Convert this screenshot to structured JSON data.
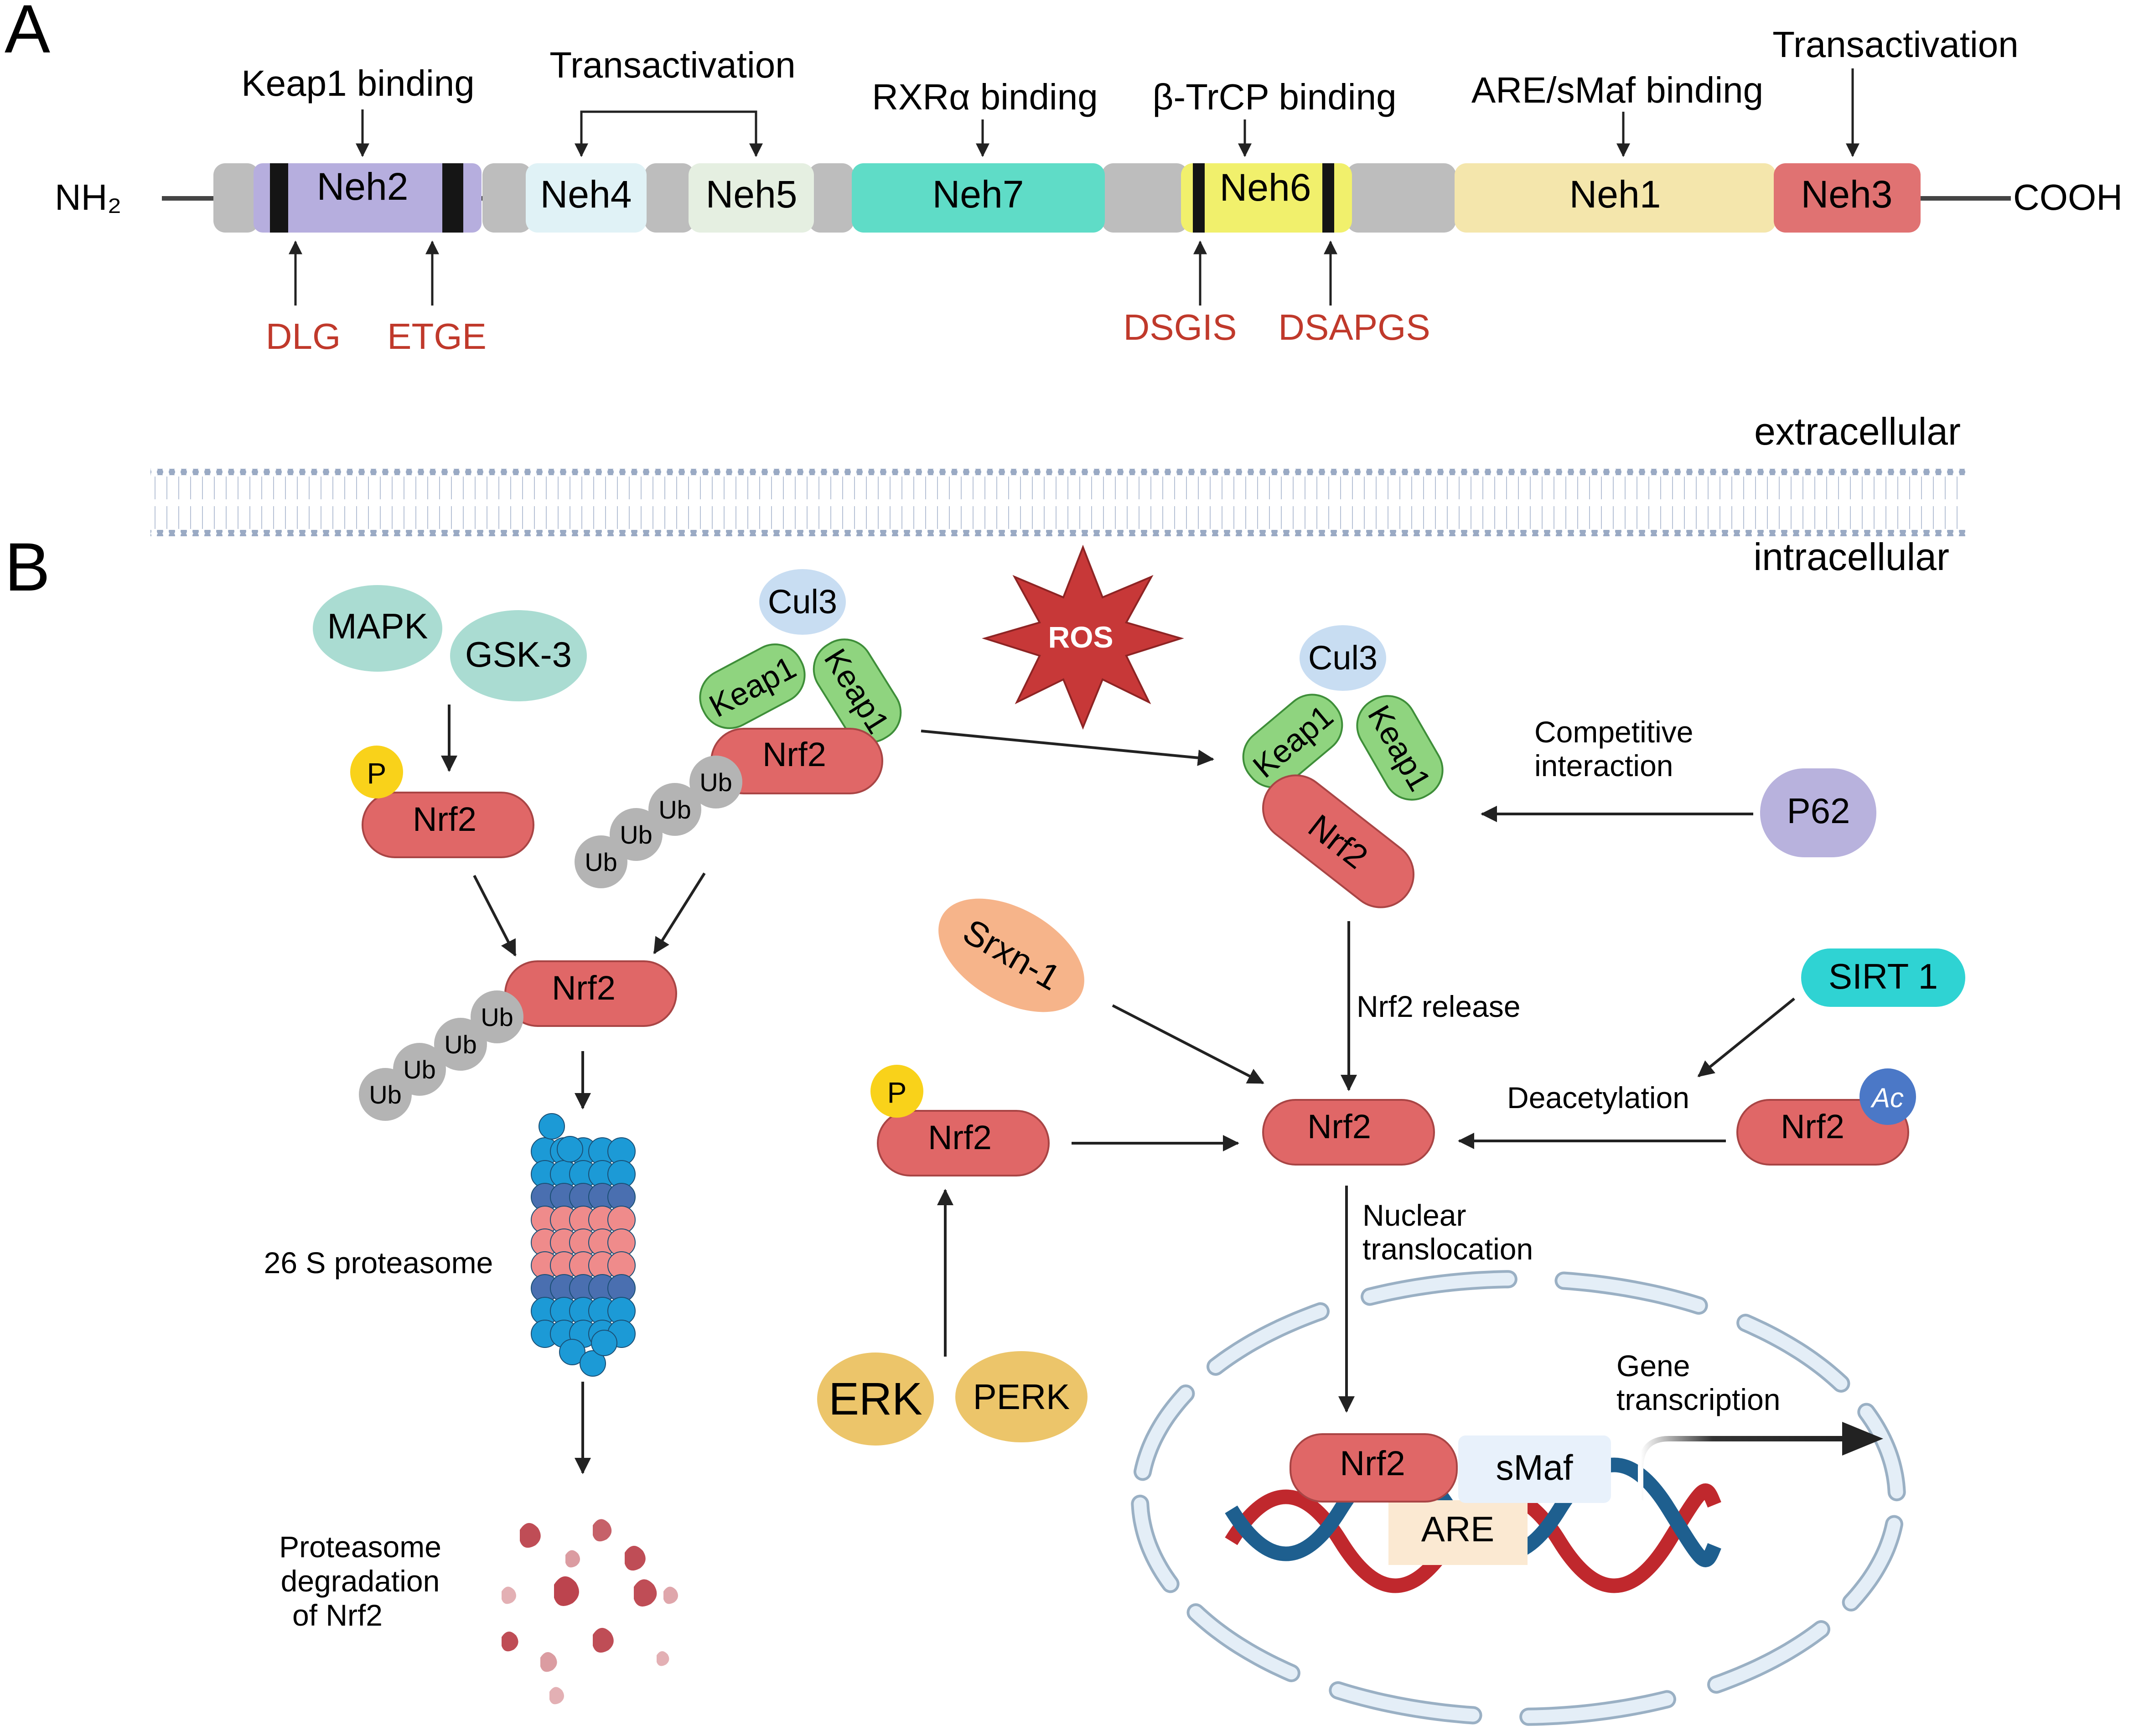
{
  "panel_a": {
    "letter": "A",
    "nh2": "NH₂",
    "cooh": "COOH",
    "keap1_binding": "Keap1 binding",
    "transactivation_1": "Transactivation",
    "rxra_binding": "RXRα binding",
    "btrcp_binding": "β-TrCP binding",
    "are_smaf_binding": "ARE/sMaf binding",
    "transactivation_2": "Transactivation",
    "domains": {
      "neh2": "Neh2",
      "neh4": "Neh4",
      "neh5": "Neh5",
      "neh7": "Neh7",
      "neh6": "Neh6",
      "neh1": "Neh1",
      "neh3": "Neh3"
    },
    "motifs": {
      "dlg": "DLG",
      "etge": "ETGE",
      "dsgis": "DSGIS",
      "dsapgs": "DSAPGS"
    }
  },
  "panel_b": {
    "letter": "B",
    "extracellular": "extracellular",
    "intracellular": "intracellular",
    "mapk": "MAPK",
    "gsk3": "GSK-3",
    "p": "P",
    "nrf2": "Nrf2",
    "cul3": "Cul3",
    "keap1": "Keap1",
    "ub": "Ub",
    "ros": "ROS",
    "competitive_interaction_1": "Competitive",
    "competitive_interaction_2": "interaction",
    "p62": "P62",
    "srxn1": "Srxn-1",
    "nrf2_release": "Nrf2 release",
    "sirt1": "SIRT 1",
    "deacetylation": "Deacetylation",
    "ac": "Ac",
    "proteasome": "26 S proteasome",
    "degradation_1": "Proteasome",
    "degradation_2": "degradation",
    "degradation_3": "of Nrf2",
    "nuclear_1": "Nuclear",
    "nuclear_2": "translocation",
    "erk": "ERK",
    "perk": "PERK",
    "gene_1": "Gene",
    "gene_2": "transcription",
    "smaf": "sMaf",
    "are": "ARE"
  },
  "colors": {
    "neh2": "#b6aede",
    "neh4": "#e0f2f6",
    "neh5": "#e5efe1",
    "neh7": "#5fdcc7",
    "neh6": "#f1f06c",
    "neh1": "#f4e6ac",
    "neh3": "#e07272",
    "linker": "#bdbdbd",
    "motif_text": "#c0392b",
    "nrf2": "#e06767",
    "keap1": "#8fd47f",
    "cul3": "#c8ddf2",
    "ub": "#b4b4b4",
    "phospho": "#f9d21a",
    "ros": "#c73838",
    "p62": "#b8b2dd",
    "srxn1": "#f6b48a",
    "sirt1": "#2fd3d3",
    "ac": "#4b78c7",
    "mapk": "#aadcd2",
    "erk": "#ecc56a",
    "dna_red": "#c0282d",
    "dna_blue": "#1e5f8f",
    "membrane": "#9aaac4"
  }
}
